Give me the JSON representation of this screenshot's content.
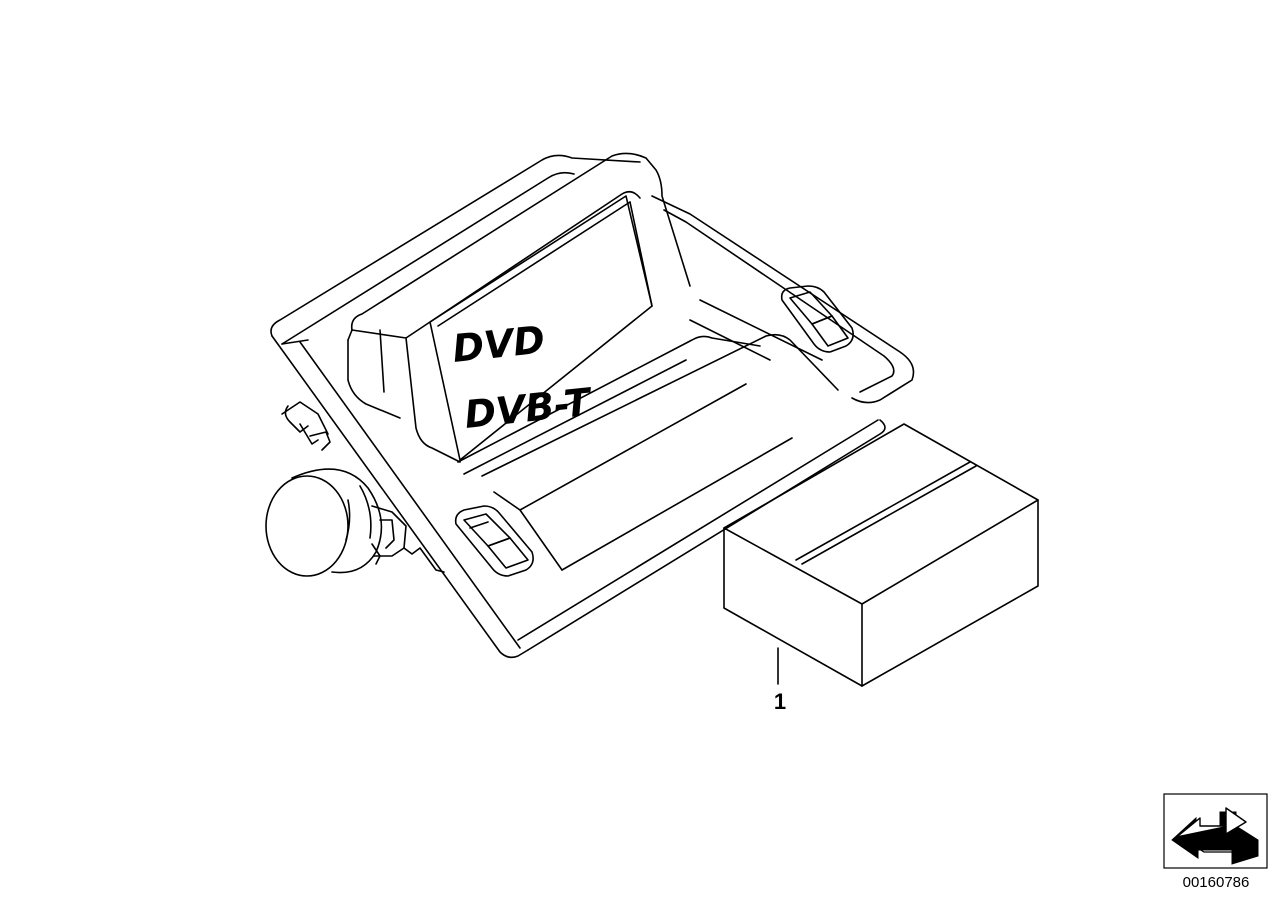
{
  "screen_labels": {
    "line1": "DVD",
    "line2": "DVB-T"
  },
  "callouts": {
    "part1": "1"
  },
  "diagram_ref": {
    "number": "00160786"
  },
  "icons": {
    "orientation_arrow": "orientation-arrow-icon"
  }
}
